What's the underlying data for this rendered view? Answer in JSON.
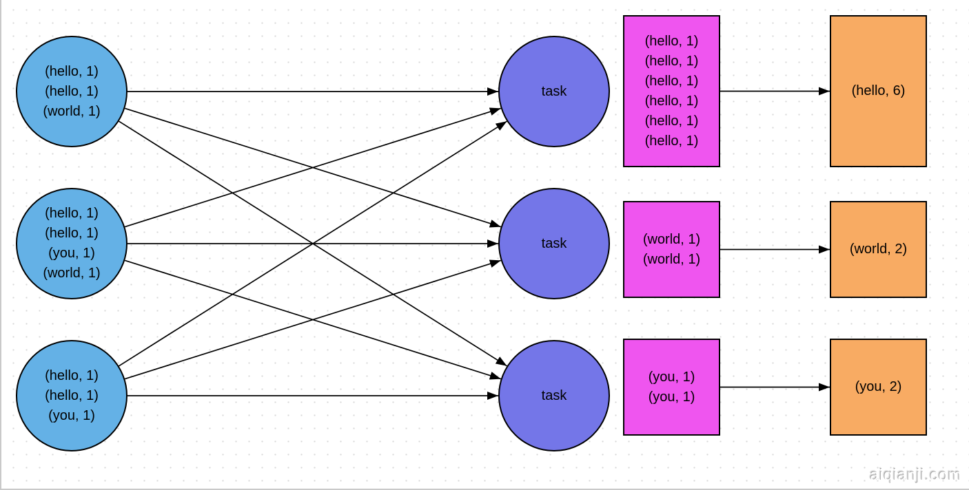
{
  "diagram": {
    "map_nodes": [
      {
        "text": "(hello, 1)\n(hello, 1)\n(world, 1)"
      },
      {
        "text": "(hello, 1)\n(hello, 1)\n(you, 1)\n(world, 1)"
      },
      {
        "text": "(hello, 1)\n(hello, 1)\n(you, 1)"
      }
    ],
    "task_nodes": [
      {
        "label": "task"
      },
      {
        "label": "task"
      },
      {
        "label": "task"
      }
    ],
    "shuffle_boxes": [
      {
        "text": "(hello, 1)\n(hello, 1)\n(hello, 1)\n(hello, 1)\n(hello, 1)\n(hello, 1)"
      },
      {
        "text": "(world, 1)\n(world, 1)"
      },
      {
        "text": "(you, 1)\n(you, 1)"
      }
    ],
    "result_boxes": [
      {
        "label": "(hello, 6)"
      },
      {
        "label": "(world, 2)"
      },
      {
        "label": "(you, 2)"
      }
    ],
    "edges": [
      {
        "from": "m1",
        "to": "t1"
      },
      {
        "from": "m1",
        "to": "t2"
      },
      {
        "from": "m1",
        "to": "t3"
      },
      {
        "from": "m2",
        "to": "t1"
      },
      {
        "from": "m2",
        "to": "t2"
      },
      {
        "from": "m2",
        "to": "t3"
      },
      {
        "from": "m3",
        "to": "t1"
      },
      {
        "from": "m3",
        "to": "t2"
      },
      {
        "from": "m3",
        "to": "t3"
      },
      {
        "from": "s1",
        "to": "r1"
      },
      {
        "from": "s2",
        "to": "r2"
      },
      {
        "from": "s3",
        "to": "r3"
      }
    ],
    "colors": {
      "map_fill": "#64B1E6",
      "task_fill": "#7476E8",
      "shuffle_fill": "#EF55EF",
      "result_fill": "#F8AB63",
      "stroke": "#000000"
    }
  },
  "watermark": {
    "text": "aiqianji.com"
  }
}
